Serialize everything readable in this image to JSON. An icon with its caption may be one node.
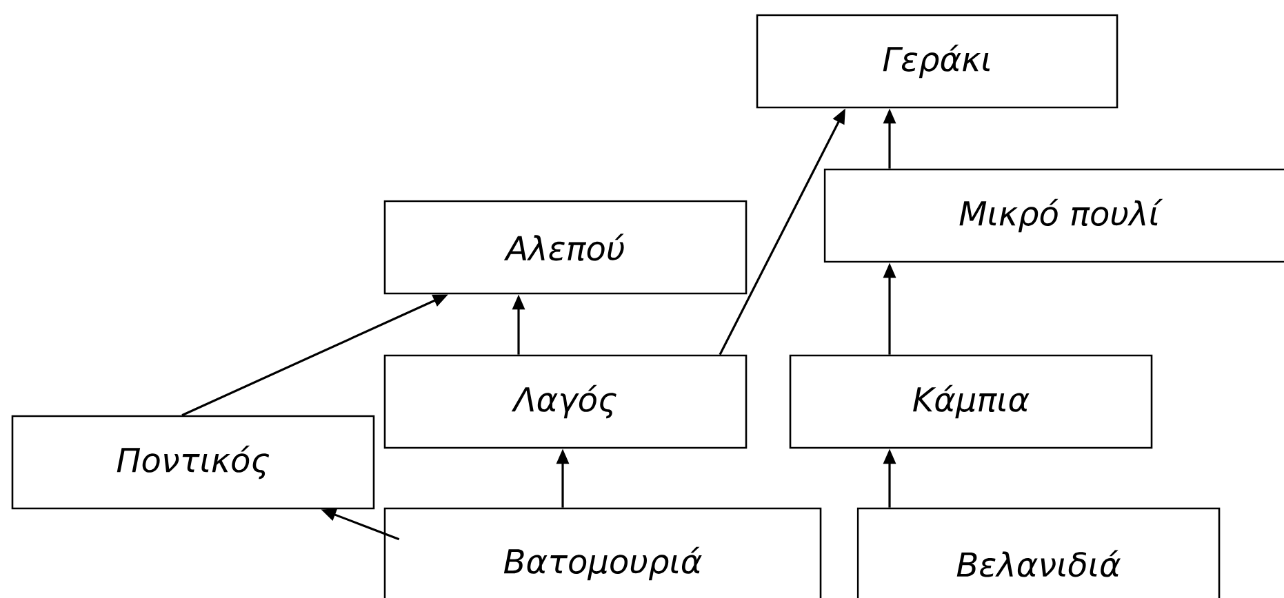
{
  "diagram": {
    "nodes": [
      {
        "text": [
          "Γεράκι"
        ]
      },
      {
        "text": [
          "Μικρό πουλί"
        ]
      },
      {
        "text": [
          "Αλεπού"
        ]
      },
      {
        "text": [
          "Λαγός"
        ]
      },
      {
        "text": [
          "Κάμπια"
        ]
      },
      {
        "text": [
          "Ποντικός"
        ]
      },
      {
        "text": [
          "Βατομουριά"
        ]
      },
      {
        "text": [
          "Βελανιδιά"
        ]
      }
    ],
    "edges": [
      {
        "from": 6,
        "to": 5,
        "arrow": "to"
      },
      {
        "from": 6,
        "to": 3,
        "arrow": "to"
      },
      {
        "from": 3,
        "to": 2,
        "arrow": "to"
      },
      {
        "from": 5,
        "to": 2,
        "arrow": "to"
      },
      {
        "from": 3,
        "to": 0,
        "arrow": "to"
      },
      {
        "from": 7,
        "to": 4,
        "arrow": "to"
      },
      {
        "from": 4,
        "to": 1,
        "arrow": "to"
      },
      {
        "from": 1,
        "to": 0,
        "arrow": "to"
      }
    ]
  }
}
